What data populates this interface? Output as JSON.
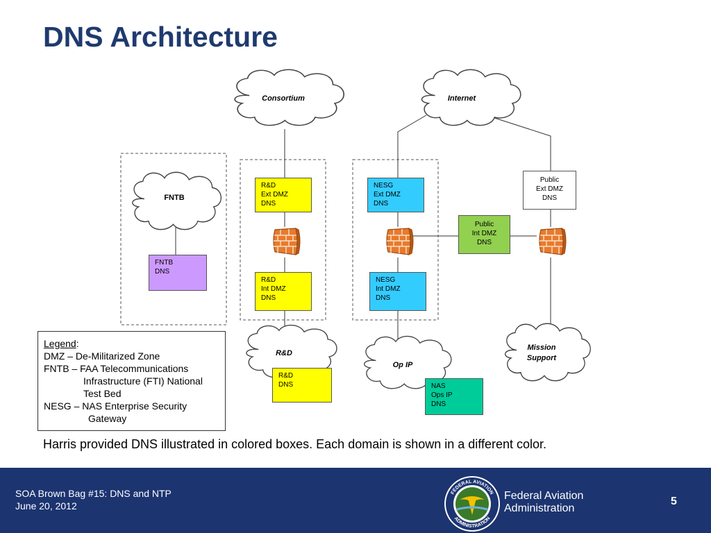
{
  "slide": {
    "title": "DNS Architecture",
    "caption": "Harris provided DNS illustrated in colored boxes.  Each domain is shown in a different color."
  },
  "clouds": {
    "consortium": "Consortium",
    "internet": "Internet",
    "fntb": "FNTB",
    "rd": "R&D",
    "op_ip": "Op IP",
    "mission_support": "Mission\nSupport"
  },
  "nodes": {
    "rd_ext": "R&D\nExt DMZ\nDNS",
    "rd_int": "R&D\nInt DMZ\nDNS",
    "rd_dns": "R&D\nDNS",
    "nesg_ext": "NESG\nExt DMZ\nDNS",
    "nesg_int": "NESG\nInt DMZ\nDNS",
    "nas_ops": "NAS\nOps IP\nDNS",
    "public_ext": "Public\nExt DMZ\nDNS",
    "public_int": "Public\nInt  DMZ\nDNS",
    "fntb_dns": "FNTB\nDNS"
  },
  "colors": {
    "rd": "#ffff00",
    "nesg": "#33ccff",
    "public_int": "#92d050",
    "nas": "#00cc99",
    "fntb": "#cc99ff",
    "public_ext": "#ffffff",
    "firewall": "#e87a2c",
    "footer": "#1c3470",
    "title": "#1f3a6e"
  },
  "legend": {
    "heading": "Legend",
    "heading_suffix": ":",
    "dmz": "DMZ – De-Militarized Zone",
    "fntb_line1": "FNTB – FAA Telecommunications",
    "fntb_line2": "Infrastructure (FTI) National",
    "fntb_line3": "Test Bed",
    "nesg_line1": "NESG – NAS Enterprise Security",
    "nesg_line2": "Gateway"
  },
  "footer": {
    "line1": "SOA Brown Bag #15: DNS and NTP",
    "line2": "June 20, 2012",
    "agency_line1": "Federal Aviation",
    "agency_line2": "Administration",
    "page_number": "5",
    "seal_top_text": "FEDERAL AVIATION",
    "seal_bottom_text": "ADMINISTRATION"
  }
}
